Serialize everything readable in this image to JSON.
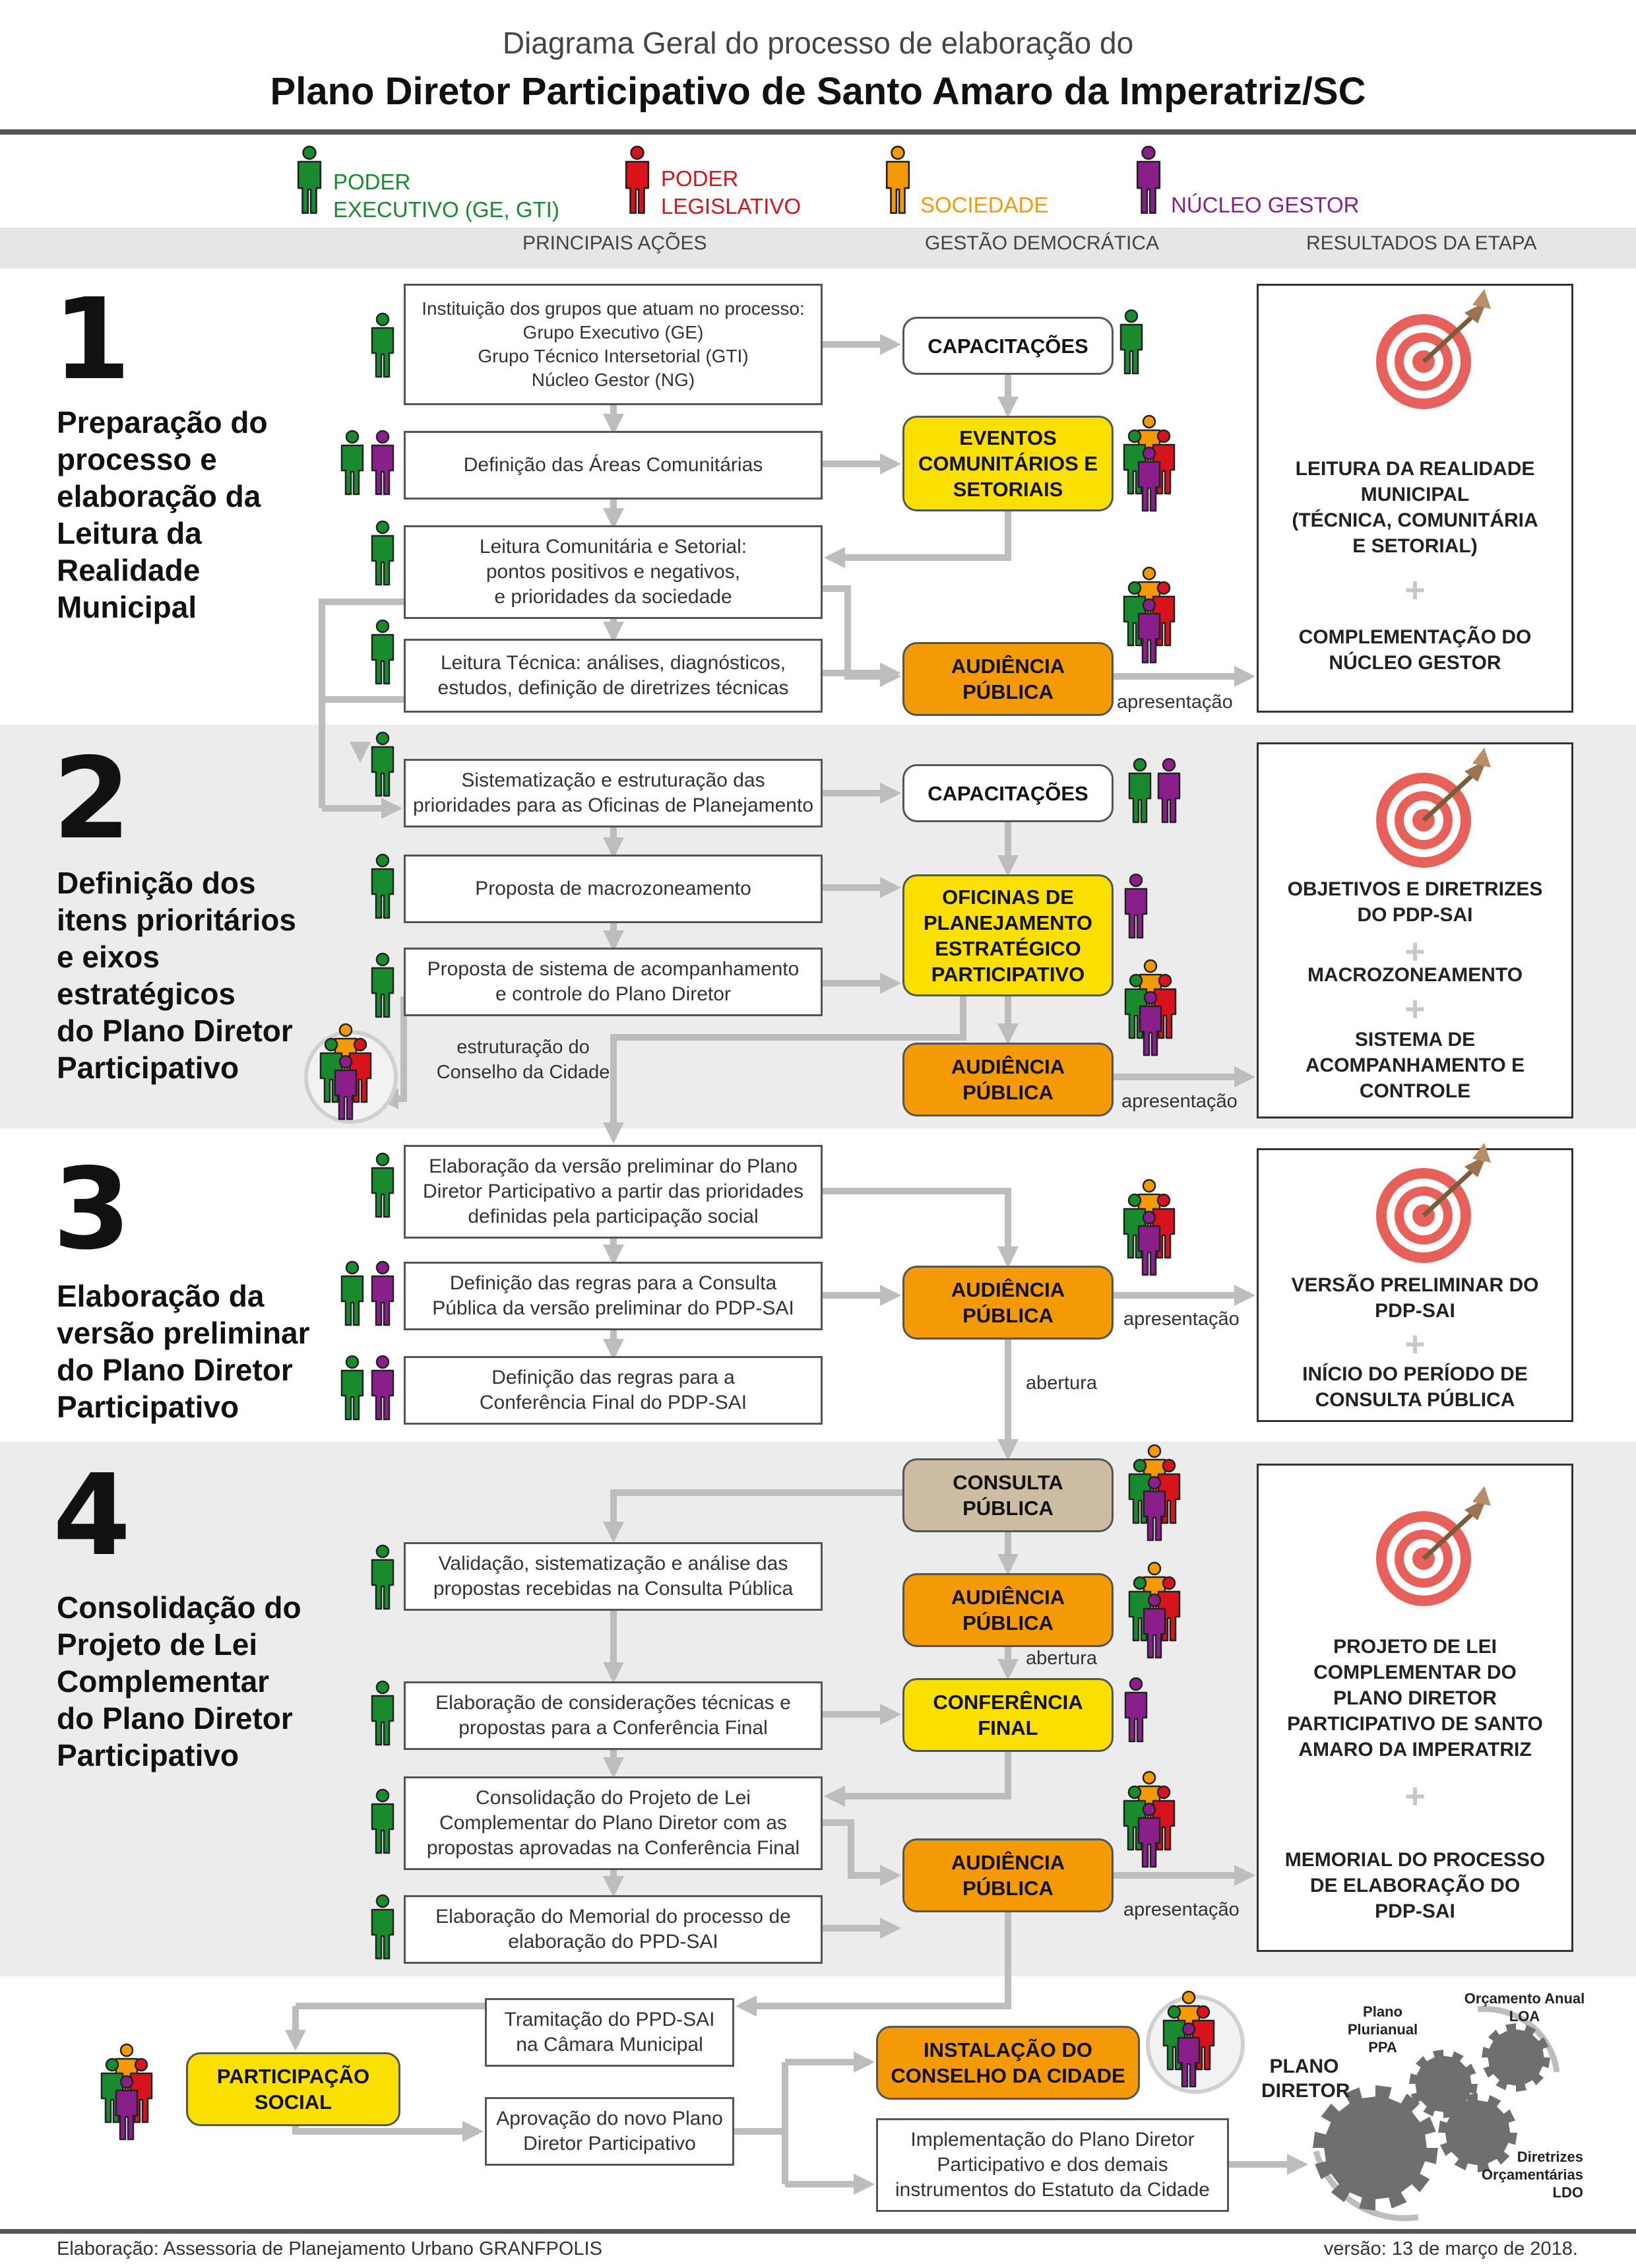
{
  "title": {
    "line1": "Diagrama Geral do processo de elaboração do",
    "line2": "Plano Diretor Participativo de Santo Amaro da Imperatriz/SC"
  },
  "legend": [
    {
      "label": "PODER\nEXECUTIVO (GE, GTI)",
      "color": "#1a8a2e"
    },
    {
      "label": "PODER\nLEGISLATIVO",
      "color": "#d8131b"
    },
    {
      "label": "SOCIEDADE",
      "color": "#f39a06"
    },
    {
      "label": "NÚCLEO GESTOR",
      "color": "#8a1f8c"
    }
  ],
  "column_headers": {
    "actions": "PRINCIPAIS AÇÕES",
    "management": "GESTÃO DEMOCRÁTICA",
    "results": "RESULTADOS DA ETAPA"
  },
  "stages": [
    {
      "number": "1",
      "title": "Preparação do\nprocesso e\nelaboração da\nLeitura da\nRealidade\nMunicipal"
    },
    {
      "number": "2",
      "title": "Definição dos\nitens prioritários\ne eixos\nestratégicos\ndo Plano Diretor\nParticipativo"
    },
    {
      "number": "3",
      "title": "Elaboração da\nversão preliminar\ndo Plano Diretor\nParticipativo"
    },
    {
      "number": "4",
      "title": "Consolidação do\nProjeto de Lei\nComplementar\ndo Plano Diretor\nParticipativo"
    }
  ],
  "actions": {
    "s1": [
      "Instituição dos grupos que atuam no processo:\nGrupo Executivo (GE)\nGrupo Técnico Intersetorial (GTI)\nNúcleo Gestor (NG)",
      "Definição das Áreas Comunitárias",
      "Leitura Comunitária e Setorial:\npontos positivos e negativos,\ne prioridades da sociedade",
      "Leitura Técnica: análises, diagnósticos,\nestudos, definição de diretrizes técnicas"
    ],
    "s2": [
      "Sistematização e estruturação das\nprioridades para as Oficinas de Planejamento",
      "Proposta de macrozoneamento",
      "Proposta de sistema de acompanhamento\ne controle do Plano Diretor"
    ],
    "s3": [
      "Elaboração da versão preliminar do Plano\nDiretor Participativo a partir das prioridades\ndefinidas pela participação social",
      "Definição das regras para a Consulta\nPública da versão preliminar do PDP-SAI",
      "Definição das regras para a\nConferência Final do PDP-SAI"
    ],
    "s4": [
      "Validação, sistematização e análise das\npropostas recebidas na Consulta Pública",
      "Elaboração de considerações técnicas e\npropostas para a Conferência Final",
      "Consolidação do Projeto de Lei\nComplementar do Plano Diretor com as\npropostas aprovadas na Conferência Final",
      "Elaboração do Memorial do processo de\nelaboração do PPD-SAI"
    ],
    "final": [
      "Tramitação do PPD-SAI\nna Câmara Municipal",
      "Aprovação do novo Plano\nDiretor Participativo",
      "Implementação do Plano Diretor\nParticipativo e dos demais\ninstrumentos do Estatuto da Cidade"
    ]
  },
  "management": {
    "capacitacoes": "CAPACITAÇÕES",
    "eventos": "EVENTOS\nCOMUNITÁRIOS E\nSETORIAIS",
    "audiencia": "AUDIÊNCIA\nPÚBLICA",
    "oficinas": "OFICINAS DE\nPLANEJAMENTO\nESTRATÉGICO\nPARTICIPATIVO",
    "consulta": "CONSULTA\nPÚBLICA",
    "conferencia": "CONFERÊNCIA\nFINAL",
    "participacao": "PARTICIPAÇÃO\nSOCIAL",
    "conselho": "INSTALAÇÃO DO\nCONSELHO DA CIDADE"
  },
  "notes": {
    "apresentacao": "apresentação",
    "abertura": "abertura",
    "conselho": "estruturação do\nConselho da Cidade"
  },
  "results": {
    "s1": [
      "LEITURA DA REALIDADE\nMUNICIPAL\n(TÉCNICA, COMUNITÁRIA\nE SETORIAL)",
      "COMPLEMENTAÇÃO DO\nNÚCLEO GESTOR"
    ],
    "s2": [
      "OBJETIVOS E DIRETRIZES\nDO PDP-SAI",
      "MACROZONEAMENTO",
      "SISTEMA DE\nACOMPANHAMENTO E\nCONTROLE"
    ],
    "s3": [
      "VERSÃO PRELIMINAR DO\nPDP-SAI",
      "INÍCIO DO PERÍODO DE\nCONSULTA PÚBLICA"
    ],
    "s4": [
      "PROJETO DE LEI\nCOMPLEMENTAR DO\nPLANO DIRETOR\nPARTICIPATIVO DE SANTO\nAMARO DA IMPERATRIZ",
      "MEMORIAL DO PROCESSO\nDE ELABORAÇÃO DO\nPDP-SAI"
    ],
    "plus": "+"
  },
  "gears": {
    "plano_diretor": "PLANO\nDIRETOR",
    "ppa": "Plano\nPlurianual\nPPA",
    "loa": "Orçamento Anual\nLOA",
    "ldo": "Diretrizes\nOrçamentárias\nLDO"
  },
  "footer": {
    "credit": "Elaboração: Assessoria de Planejamento Urbano GRANFPOLIS",
    "version": "versão: 13 de março de 2018."
  }
}
